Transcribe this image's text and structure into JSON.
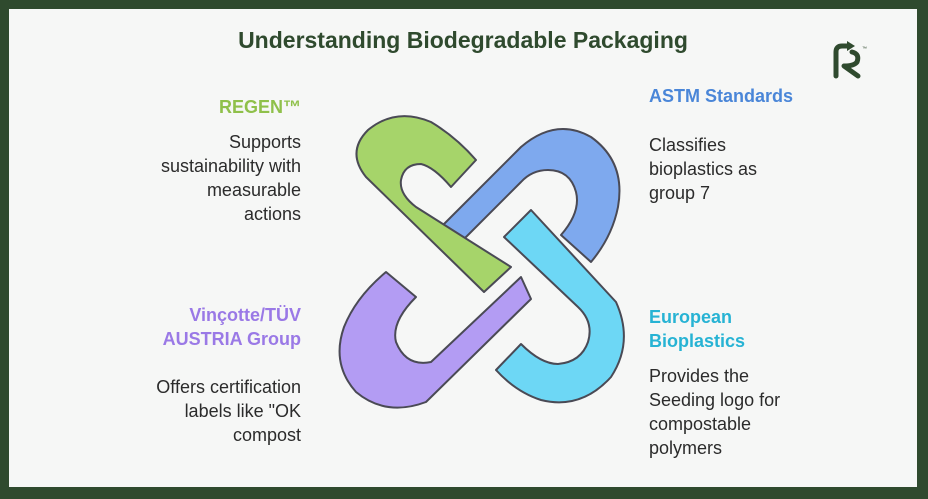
{
  "title": "Understanding Biodegradable Packaging",
  "items": [
    {
      "heading": "REGEN™",
      "lines": [
        "Supports",
        "sustainability with",
        "measurable",
        "actions"
      ],
      "color": "#a6d46a"
    },
    {
      "heading": "ASTM Standards",
      "lines": [
        "Classifies",
        "bioplastics as",
        "group 7"
      ],
      "color": "#7ea9ee"
    },
    {
      "heading_lines": [
        "Vinçotte/TÜV",
        "AUSTRIA Group"
      ],
      "lines": [
        "Offers certification",
        "labels like \"OK",
        "compost"
      ],
      "color": "#b39cf3"
    },
    {
      "heading_lines": [
        "European",
        "Bioplastics"
      ],
      "lines": [
        "Provides the",
        "Seeding logo for",
        "compostable",
        "polymers"
      ],
      "color": "#6dd7f5"
    }
  ],
  "logo": {
    "icon": "recycle-r-logo-icon",
    "color": "#2f4a2e"
  }
}
